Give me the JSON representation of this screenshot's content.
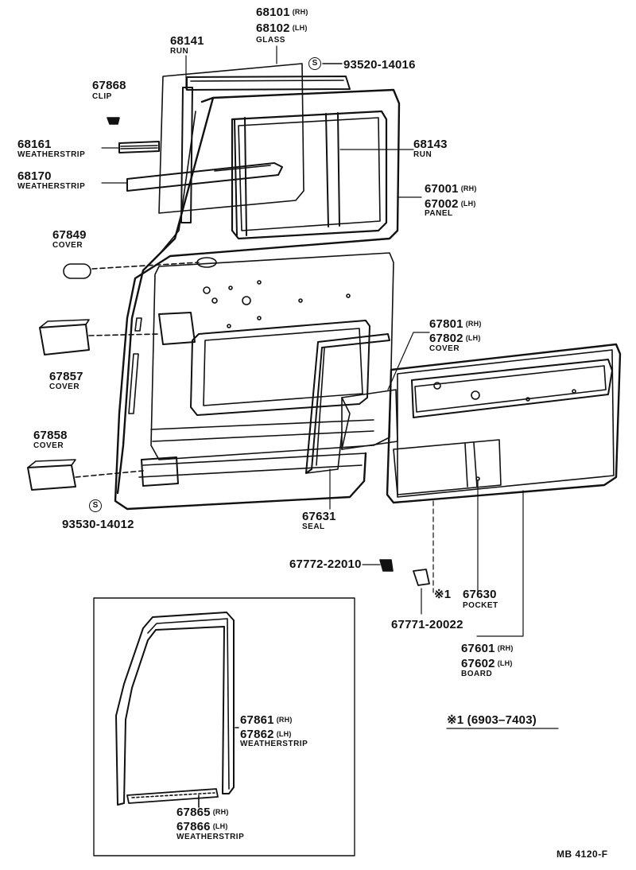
{
  "parts": {
    "glass_rh": "68101",
    "glass_lh": "68102",
    "glass_name": "GLASS",
    "run_68141": "68141",
    "run_68141_name": "RUN",
    "screw_93520": "93520-14016",
    "clip_67868": "67868",
    "clip_67868_name": "CLIP",
    "ws_68161": "68161",
    "ws_68161_name": "WEATHERSTRIP",
    "run_68143": "68143",
    "run_68143_name": "RUN",
    "ws_68170": "68170",
    "ws_68170_name": "WEATHERSTRIP",
    "panel_rh": "67001",
    "panel_lh": "67002",
    "panel_name": "PANEL",
    "cover_67849": "67849",
    "cover_67849_name": "COVER",
    "cover_rh": "67801",
    "cover_lh": "67802",
    "cover_name": "COVER",
    "cover_67857": "67857",
    "cover_67857_name": "COVER",
    "cover_67858": "67858",
    "cover_67858_name": "COVER",
    "seal_67631": "67631",
    "seal_67631_name": "SEAL",
    "screw_93530": "93530-14012",
    "bolt_67772": "67772-22010",
    "pocket_67630": "67630",
    "pocket_67630_name": "POCKET",
    "bolt_67771": "67771-20022",
    "board_rh": "67601",
    "board_lh": "67602",
    "board_name": "BOARD",
    "ws_rh": "67861",
    "ws_lh": "67862",
    "ws_name": "WEATHERSTRIP",
    "ws2_rh": "67865",
    "ws2_lh": "67866",
    "ws2_name": "WEATHERSTRIP",
    "rh": "(RH)",
    "lh": "(LH)"
  },
  "marks": {
    "s_symbol": "S",
    "kome": "※1"
  },
  "note": "※1  (6903–7403)",
  "footer_code": "MB  4120-F"
}
